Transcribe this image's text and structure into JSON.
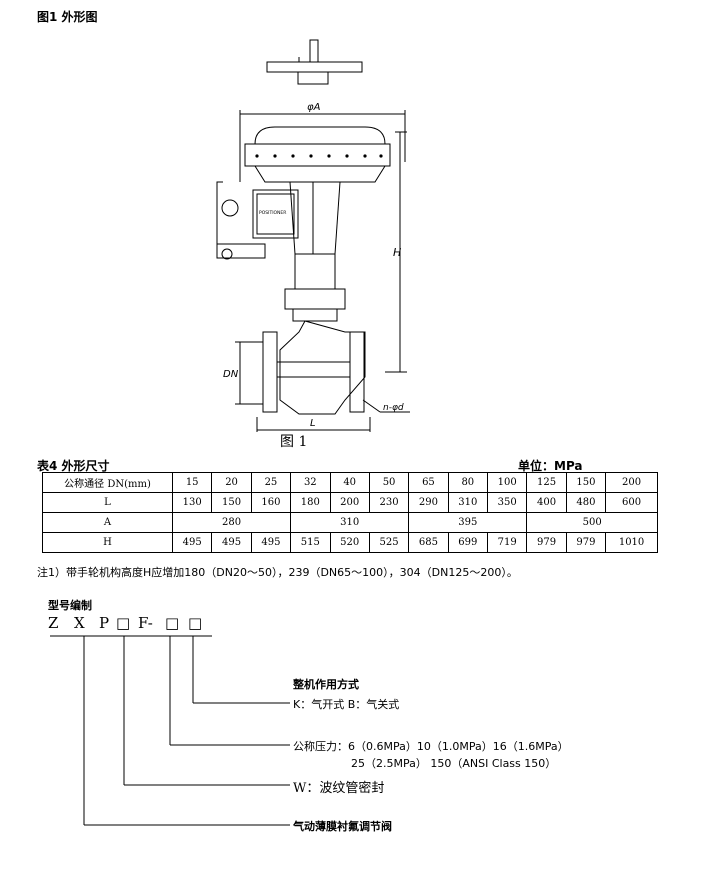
{
  "figure": {
    "title": "图1  外形图",
    "caption": "图  1",
    "labels": {
      "phi_a": "φA",
      "h": "H",
      "dn": "DN",
      "l": "L",
      "n_phi_d": "n-φd",
      "positioner": "POSITIONER"
    }
  },
  "table": {
    "title": "表4  外形尺寸",
    "unit": "单位：MPa",
    "rows": {
      "dn": {
        "label": "公称通径 DN(mm)",
        "values": [
          "15",
          "20",
          "25",
          "32",
          "40",
          "50",
          "65",
          "80",
          "100",
          "125",
          "150",
          "200"
        ]
      },
      "l": {
        "label": "L",
        "values": [
          "130",
          "150",
          "160",
          "180",
          "200",
          "230",
          "290",
          "310",
          "350",
          "400",
          "480",
          "600"
        ]
      },
      "a": {
        "label": "A",
        "values": [
          "280",
          "310",
          "395",
          "500"
        ]
      },
      "h": {
        "label": "H",
        "values": [
          "495",
          "495",
          "495",
          "515",
          "520",
          "525",
          "685",
          "699",
          "719",
          "979",
          "979",
          "1010"
        ]
      }
    }
  },
  "note": "注1）带手轮机构高度H应增加180（DN20～50），239（DN65～100），304（DN125～200）。",
  "model": {
    "title": "型号编制",
    "code": [
      "Z",
      "X",
      "P",
      "□",
      "F-",
      "□",
      "□"
    ],
    "labels": {
      "mode_title": "整机作用方式",
      "mode_values": "K：气开式   B：气关式",
      "pressure_line1": "公称压力：6（0.6MPa）10（1.0MPa）16（1.6MPa）",
      "pressure_line2": "25（2.5MPa）  150（ANSI Class 150）",
      "seal": "W：波纹管密封",
      "product": "气动薄膜衬氟调节阀"
    }
  }
}
